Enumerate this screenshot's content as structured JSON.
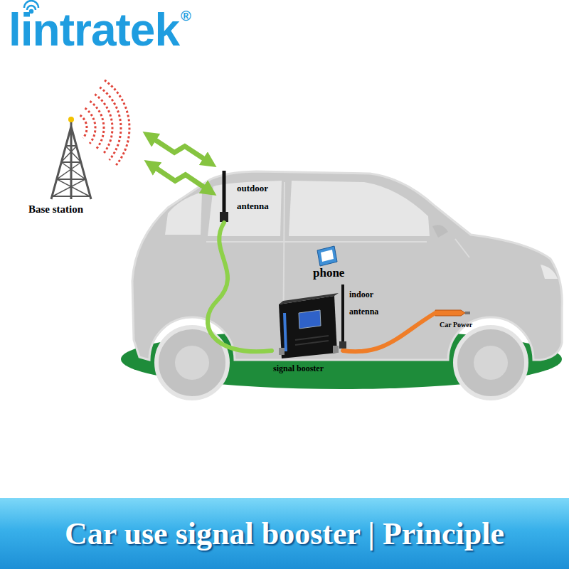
{
  "diagram": {
    "title": "Car use signal booster | Principle",
    "nodes": [
      {
        "text": [
          "Base station"
        ]
      },
      {
        "text": [
          "outdoor antenna"
        ]
      },
      {
        "text": [
          "signal booster"
        ]
      },
      {
        "text": [
          "Car Power"
        ]
      }
    ],
    "edges": [
      {
        "from": 0,
        "to": 1,
        "arrow": "both"
      },
      {
        "from": 1,
        "to": 2,
        "arrow": "none"
      },
      {
        "from": 2,
        "to": 3,
        "arrow": "none"
      }
    ],
    "labels": [
      "lintratek",
      "®",
      "phone",
      "indoor antenna"
    ]
  }
}
